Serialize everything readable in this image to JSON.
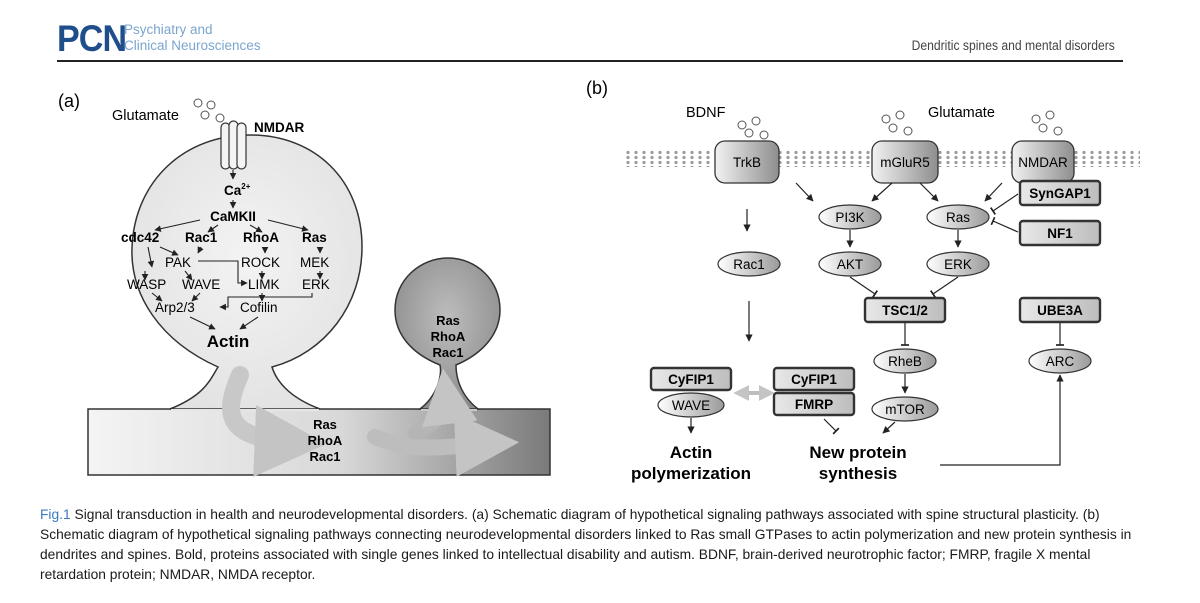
{
  "header": {
    "logo_abbrev": "PCN",
    "logo_line1": "Psychiatry and",
    "logo_line2": "Clinical Neurosciences",
    "running_head": "Dendritic spines and mental disorders"
  },
  "panel_a": {
    "label": "(a)",
    "ligand": "Glutamate",
    "receptor": "NMDAR",
    "ion": "Ca",
    "ion_charge": "2+",
    "kinase": "CaMKII",
    "gtpases": [
      "cdc42",
      "Rac1",
      "RhoA",
      "Ras"
    ],
    "pak": "PAK",
    "rock": "ROCK",
    "mek": "MEK",
    "wasp": "WASP",
    "wave": "WAVE",
    "limk": "LIMK",
    "erk": "ERK",
    "arp": "Arp2/3",
    "cofilin": "Cofilin",
    "actin": "Actin",
    "small_spine": [
      "Ras",
      "RhoA",
      "Rac1"
    ],
    "dendrite": [
      "Ras",
      "RhoA",
      "Rac1"
    ]
  },
  "panel_b": {
    "label": "(b)",
    "bdnf": "BDNF",
    "glutamate": "Glutamate",
    "trkb": "TrkB",
    "mglur5": "mGluR5",
    "nmdar": "NMDAR",
    "syngap1": "SynGAP1",
    "nf1": "NF1",
    "pi3k": "PI3K",
    "ras": "Ras",
    "rac1": "Rac1",
    "akt": "AKT",
    "erk": "ERK",
    "tsc": "TSC1/2",
    "ube3a": "UBE3A",
    "rheb": "RheB",
    "arc": "ARC",
    "cyfip1_a": "CyFIP1",
    "wave": "WAVE",
    "cyfip1_b": "CyFIP1",
    "fmrp": "FMRP",
    "mtor": "mTOR",
    "actin_line1": "Actin",
    "actin_line2": "polymerization",
    "protein_line1": "New protein",
    "protein_line2": "synthesis"
  },
  "caption": {
    "fig_id": "Fig.1",
    "text": " Signal transduction in health and neurodevelopmental disorders. (a) Schematic diagram of hypothetical signaling pathways associated with spine structural plasticity. (b) Schematic diagram of hypothetical signaling pathways connecting neurodevelopmental disorders linked to Ras small GTPases to actin polymerization and new protein synthesis in dendrites and spines. Bold, proteins associated with single genes linked to intellectual disability and autism. BDNF, brain-derived neurotrophic factor; FMRP, fragile X mental retardation protein; NMDAR, NMDA receptor."
  }
}
